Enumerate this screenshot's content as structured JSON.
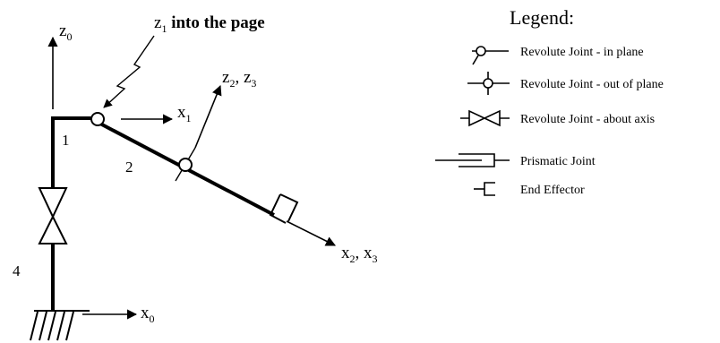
{
  "diagram": {
    "axes": {
      "z0": {
        "main": "z",
        "sub": "0"
      },
      "z1_note": {
        "main": "z",
        "sub": "1",
        "rest": " into the page"
      },
      "z2z3": {
        "main1": "z",
        "sub1": "2",
        "sep": ", ",
        "main2": "z",
        "sub2": "3"
      },
      "x1": {
        "main": "x",
        "sub": "1"
      },
      "x2x3": {
        "main1": "x",
        "sub1": "2",
        "sep": ", ",
        "main2": "x",
        "sub2": "3"
      },
      "x0": {
        "main": "x",
        "sub": "0"
      }
    },
    "link_labels": {
      "l1": "1",
      "l2": "2",
      "l4": "4"
    }
  },
  "legend": {
    "title": "Legend:",
    "items": [
      {
        "symbol": "revolute-in-plane",
        "label": "Revolute Joint - in plane"
      },
      {
        "symbol": "revolute-out-of-plane",
        "label": "Revolute Joint - out of plane"
      },
      {
        "symbol": "revolute-about-axis",
        "label": "Revolute Joint - about axis"
      },
      {
        "symbol": "prismatic",
        "label": "Prismatic Joint"
      },
      {
        "symbol": "end-effector",
        "label": "End Effector"
      }
    ]
  }
}
